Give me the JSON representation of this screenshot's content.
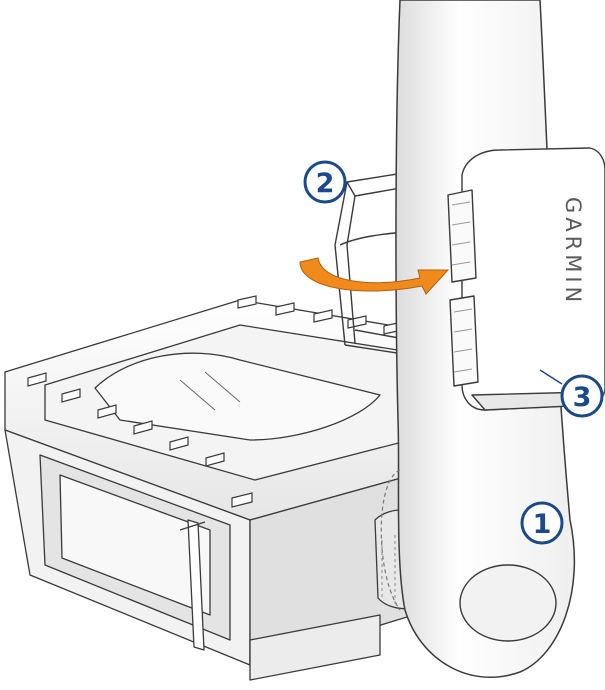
{
  "brand": {
    "text": "GARMIN"
  },
  "callouts": [
    {
      "id": "crank-arm",
      "number": "1"
    },
    {
      "id": "elastic-band",
      "number": "2"
    },
    {
      "id": "cadence-sensor",
      "number": "3"
    }
  ],
  "colors": {
    "callout_ring": "#1b4a8c",
    "callout_fill": "#ffffff",
    "arrow": "#f08a1c",
    "outline": "#3a3a3a",
    "shade": "#d9d9d9"
  },
  "icons": {
    "rotation_arrow": "curved-arrow-icon"
  }
}
